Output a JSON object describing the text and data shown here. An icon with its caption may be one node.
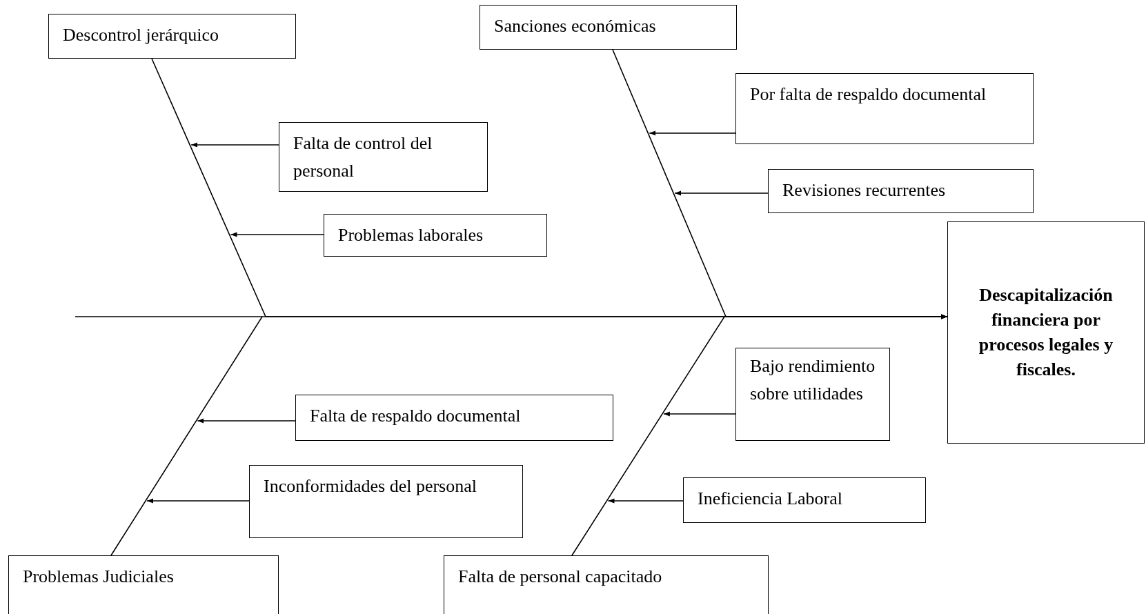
{
  "diagram": {
    "nodes": [
      {
        "text": [
          "Descontrol jerárquico"
        ]
      },
      {
        "text": [
          "Sanciones económicas"
        ]
      },
      {
        "text": [
          "Por falta de respaldo documental"
        ]
      },
      {
        "text": [
          "Falta de control del personal"
        ]
      },
      {
        "text": [
          "Revisiones recurrentes"
        ]
      },
      {
        "text": [
          "Problemas laborales"
        ]
      },
      {
        "text": [
          "Descapitalización financiera por procesos legales y fiscales."
        ]
      },
      {
        "text": [
          "Bajo rendimiento sobre utilidades"
        ]
      },
      {
        "text": [
          "Falta de respaldo documental"
        ]
      },
      {
        "text": [
          "Inconformidades del personal"
        ]
      },
      {
        "text": [
          "Ineficiencia Laboral"
        ]
      },
      {
        "text": [
          "Problemas Judiciales"
        ]
      },
      {
        "text": [
          "Falta de personal capacitado"
        ]
      }
    ],
    "edges": [
      {
        "from": 0,
        "to": 6,
        "arrow": "to"
      },
      {
        "from": 1,
        "to": 6,
        "arrow": "to"
      },
      {
        "from": 11,
        "to": 6,
        "arrow": "to"
      },
      {
        "from": 12,
        "to": 6,
        "arrow": "to"
      },
      {
        "from": 3,
        "to": null,
        "arrow": "to"
      },
      {
        "from": 5,
        "to": null,
        "arrow": "to"
      },
      {
        "from": 2,
        "to": null,
        "arrow": "to"
      },
      {
        "from": 4,
        "to": null,
        "arrow": "to"
      },
      {
        "from": 8,
        "to": null,
        "arrow": "to"
      },
      {
        "from": 9,
        "to": null,
        "arrow": "to"
      },
      {
        "from": 7,
        "to": null,
        "arrow": "to"
      },
      {
        "from": 10,
        "to": null,
        "arrow": "to"
      }
    ]
  }
}
